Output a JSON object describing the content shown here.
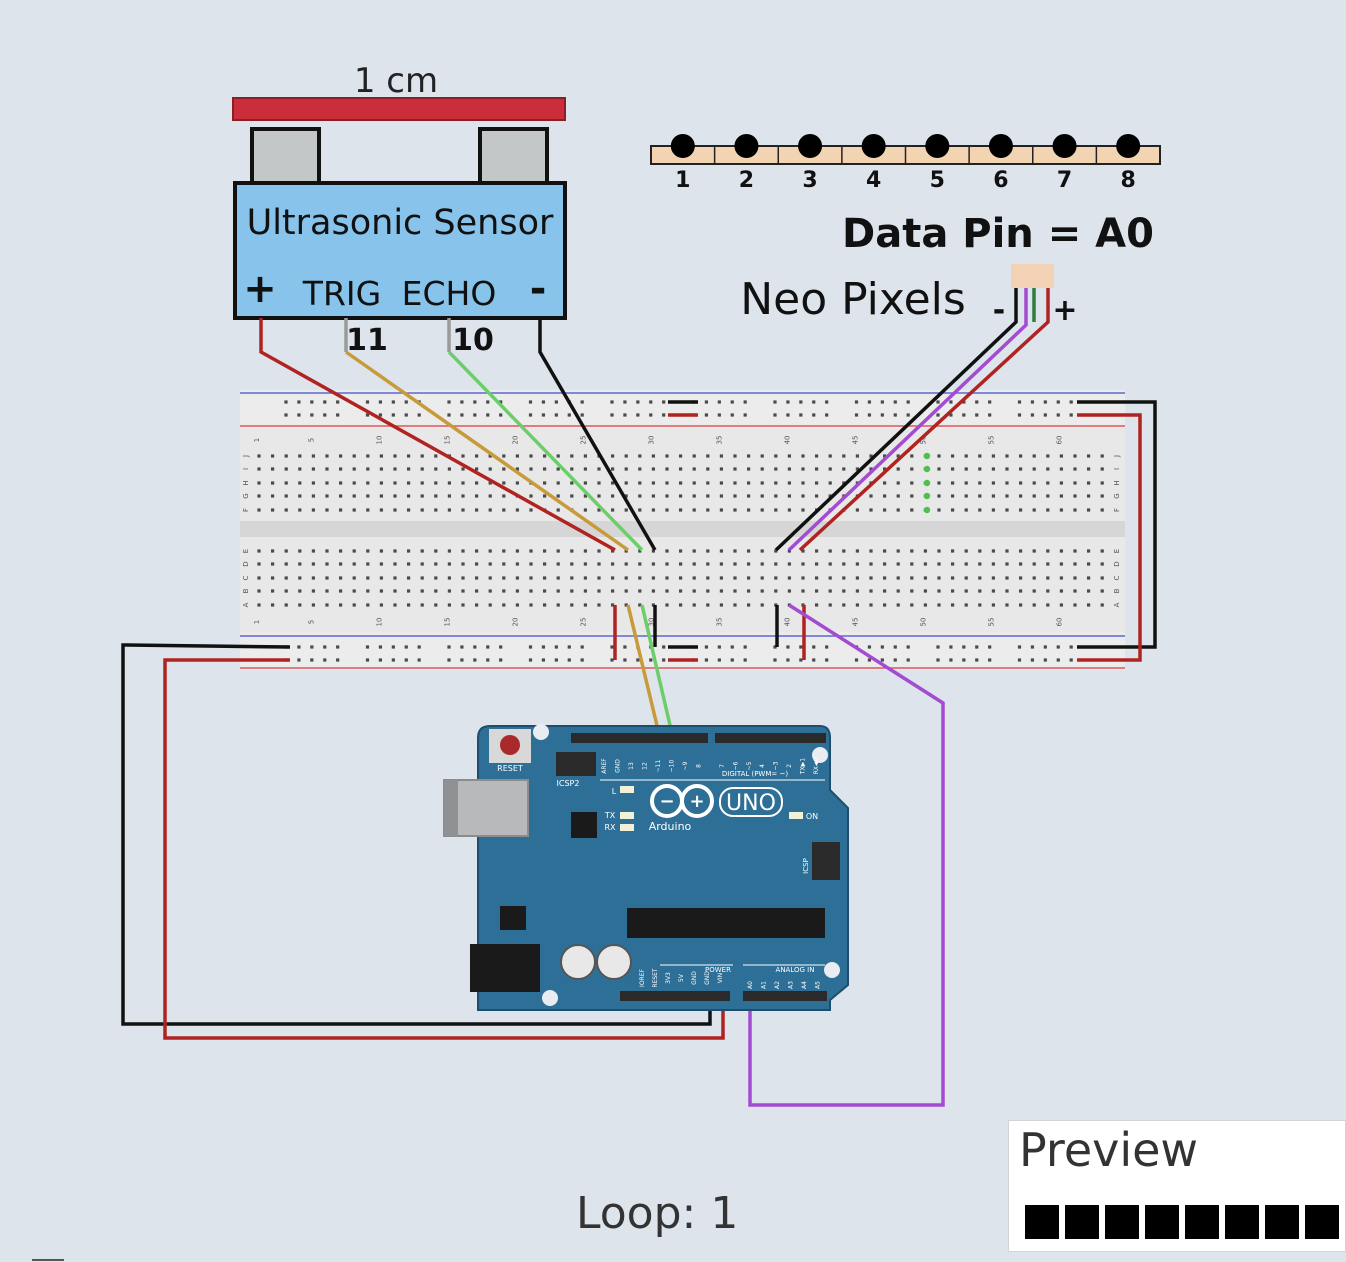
{
  "sensor": {
    "distance_label": "1 cm",
    "title": "Ultrasonic Sensor",
    "pin_plus": "+",
    "pin_trig": "TRIG",
    "pin_echo": "ECHO",
    "pin_minus": "-",
    "trig_pin_number": "11",
    "echo_pin_number": "10"
  },
  "neopixel": {
    "count_labels": [
      "1",
      "2",
      "3",
      "4",
      "5",
      "6",
      "7",
      "8"
    ],
    "data_pin_label": "Data Pin = A0",
    "name": "Neo Pixels",
    "minus": "-",
    "plus": "+"
  },
  "breadboard": {
    "row_letters_top": [
      "J",
      "I",
      "H",
      "G",
      "F"
    ],
    "row_letters_bottom": [
      "E",
      "D",
      "C",
      "B",
      "A"
    ],
    "column_numbers": [
      "1",
      "5",
      "10",
      "15",
      "20",
      "25",
      "30",
      "35",
      "40",
      "45",
      "50",
      "55",
      "60"
    ]
  },
  "arduino": {
    "reset_label": "RESET",
    "icsp2_label": "ICSP2",
    "l_label": "L",
    "tx_label": "TX",
    "rx_label": "RX",
    "brand": "Arduino",
    "model": "UNO",
    "on_label": "ON",
    "digital_label": "DIGITAL (PWM= ~)",
    "icsp_label": "ICSP",
    "power_label": "POWER",
    "analog_label": "ANALOG IN",
    "digital_pins": [
      "AREF",
      "GND",
      "13",
      "12",
      "~11",
      "~10",
      "~9",
      "8",
      "7",
      "~6",
      "~5",
      "4",
      "~3",
      "2",
      "TX▶1",
      "RX◀0"
    ],
    "power_pins": [
      "IOREF",
      "RESET",
      "3V3",
      "5V",
      "GND",
      "GND",
      "VIN"
    ],
    "analog_pins": [
      "A0",
      "A1",
      "A2",
      "A3",
      "A4",
      "A5"
    ]
  },
  "status": {
    "loop_label": "Loop: 1"
  },
  "preview": {
    "title": "Preview",
    "led_count": 8
  },
  "colors": {
    "background": "#dde4ec",
    "sensor_body": "#87c3ea",
    "sensor_bar": "#cc2d3b",
    "arduino_board": "#2d6f96",
    "wire_red": "#c0201c",
    "wire_black": "#111111",
    "wire_purple": "#a34bd1",
    "wire_green": "#6cce6b",
    "wire_orange": "#c79a3a",
    "wire_gray": "#9a9a9a"
  }
}
